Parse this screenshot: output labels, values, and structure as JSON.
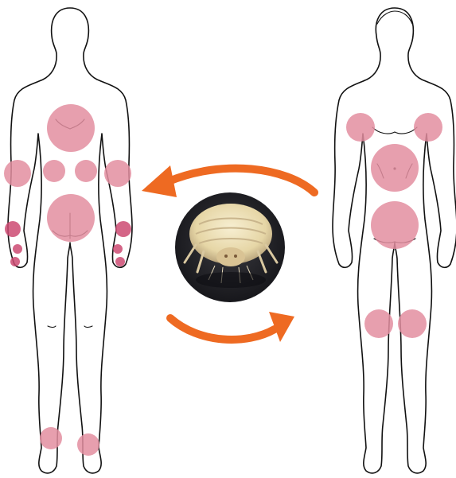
{
  "colors": {
    "background": "#ffffff",
    "outline": "#111111",
    "spot": "#e38ea0",
    "spot_opacity": 0.85,
    "spot_dark": "#cc4a72",
    "arrow": "#ee6a22",
    "mite_bg_center": "#3a3a40",
    "mite_bg_edge": "#141418",
    "mite_body": "#efe2b8",
    "mite_shadow": "#b9a47c"
  },
  "figures": {
    "back_view": {
      "label": ""
    },
    "front_view": {
      "label": ""
    }
  },
  "arrows": {
    "top_direction": "right-to-left",
    "bottom_direction": "left-to-right"
  },
  "center_image": {
    "icon": "mite-photo-icon"
  }
}
